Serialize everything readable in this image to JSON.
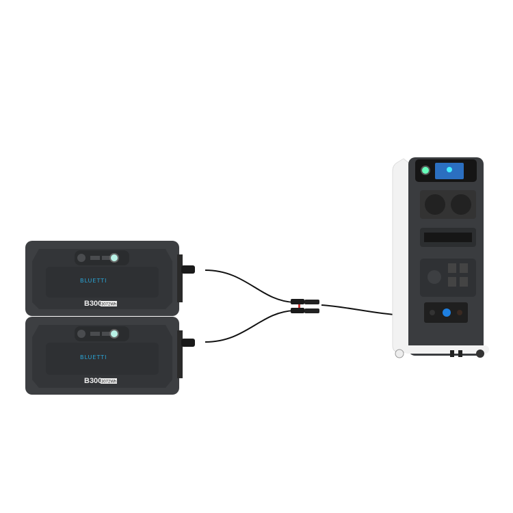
{
  "scene": {
    "batteries": [
      {
        "brand": "BLUETTI",
        "model": "B300",
        "capacity": "3072Wh"
      },
      {
        "brand": "BLUETTI",
        "model": "B300",
        "capacity": "3072Wh"
      }
    ],
    "colors": {
      "body": "#3d3f42",
      "panel": "#2e3033",
      "accent": "#2aa6d8",
      "station_side": "#f2f2f2",
      "cable": "#111111"
    }
  }
}
